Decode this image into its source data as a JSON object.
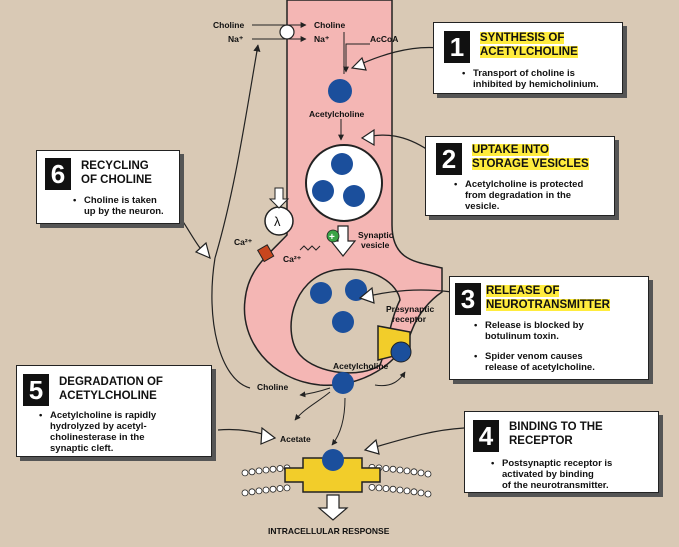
{
  "labels": {
    "choline_in_left": "Choline",
    "na_in_left": "Na⁺",
    "choline_in_right": "Choline",
    "na_in_right": "Na⁺",
    "accoa": "AcCoA",
    "acetylcholine_top": "Acetylcholine",
    "synaptic_vesicle": [
      "Synaptic",
      "vesicle"
    ],
    "ca_outside": "Ca²⁺",
    "ca_inside": "Ca²⁺",
    "presynaptic_receptor": [
      "Presynaptic",
      "receptor"
    ],
    "acetylcholine_cleft": "Acetylcholine",
    "choline_cleft": "Choline",
    "acetate": "Acetate",
    "intracellular_response": "INTRACELLULAR RESPONSE",
    "plus_sign": "+",
    "lambda": "λ"
  },
  "callouts": {
    "c1": {
      "number": "1",
      "title": [
        "SYNTHESIS OF",
        "ACETYLCHOLINE"
      ],
      "bullets": [
        [
          "Transport of choline is",
          "inhibited by hemicholinium."
        ]
      ]
    },
    "c2": {
      "number": "2",
      "title": [
        "UPTAKE INTO",
        "STORAGE VESICLES"
      ],
      "bullets": [
        [
          "Acetylcholine is protected",
          "from degradation in the",
          "vesicle."
        ]
      ]
    },
    "c3": {
      "number": "3",
      "title": [
        "RELEASE OF",
        "NEUROTRANSMITTER"
      ],
      "bullets": [
        [
          "Release is blocked by",
          "botulinum toxin."
        ],
        [
          "Spider venom causes",
          "release of acetylcholine."
        ]
      ]
    },
    "c4": {
      "number": "4",
      "title": [
        "BINDING TO THE",
        "RECEPTOR"
      ],
      "bullets": [
        [
          "Postsynaptic receptor is",
          "activated by binding",
          "of the neurotransmitter."
        ]
      ]
    },
    "c5": {
      "number": "5",
      "title": [
        "DEGRADATION OF",
        "ACETYLCHOLINE"
      ],
      "bullets": [
        [
          "Acetylcholine is rapidly",
          "hydrolyzed by acetyl-",
          "cholinesterase in the",
          "synaptic cleft."
        ]
      ]
    },
    "c6": {
      "number": "6",
      "title": [
        "RECYCLING",
        "OF CHOLINE"
      ],
      "bullets": [
        [
          "Choline is taken",
          "up by the neuron."
        ]
      ]
    }
  },
  "colors": {
    "background": "#d9c9b5",
    "neuron": "#f4b6b4",
    "molecule": "#1b4f9c",
    "receptor": "#f2cd2a",
    "highlight": "#ffec3d"
  }
}
